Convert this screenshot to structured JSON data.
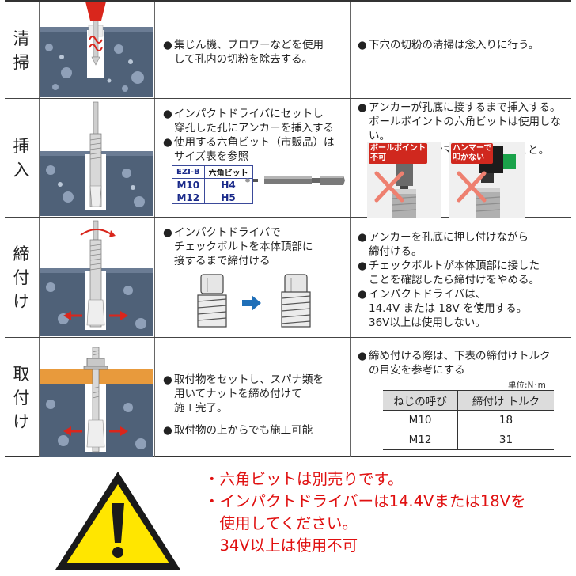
{
  "rows": [
    {
      "step": [
        "清",
        "掃"
      ],
      "middle": [
        "集じん機、ブロワーなどを使用\nして孔内の切粉を除去する。"
      ],
      "right": [
        "下穴の切粉の清掃は念入りに行う。"
      ]
    },
    {
      "step": [
        "挿",
        "入"
      ],
      "middle": [
        "インパクトドライバにセットし\n穿孔した孔にアンカーを挿入する",
        "使用する六角ビット（市販品）は\nサイズ表を参照"
      ],
      "bit_table": {
        "header": [
          "EZI-B",
          "六角ビット"
        ],
        "rows": [
          [
            "M10",
            "H4"
          ],
          [
            "M12",
            "H5"
          ]
        ]
      },
      "right": [
        "アンカーが孔底に接するまで挿入する。\nボールポイントの六角ビットは使用しない。\nアンカーをハンマーで叩かないこと。"
      ],
      "photos": [
        {
          "tag": "ボールポイント\n不可"
        },
        {
          "tag": "ハンマーで\n叩かない"
        }
      ]
    },
    {
      "step": [
        "締",
        "付",
        "け"
      ],
      "middle": [
        "インパクトドライバで\nチェックボルトを本体頂部に\n接するまで締付ける"
      ],
      "right": [
        "アンカーを孔底に押し付けながら\n締付ける。",
        "チェックボルトが本体頂部に接した\nことを確認したら締付けをやめる。",
        "インパクトドライバは、\n14.4V または 18V を使用する。\n36V以上は使用しない。"
      ]
    },
    {
      "step": [
        "取",
        "付",
        "け"
      ],
      "middle": [
        "取付物をセットし、スパナ類を\n用いてナットを締め付けて\n施工完了。",
        "取付物の上からでも施工可能"
      ],
      "right": [
        "締め付ける際は、下表の締付けトルク\nの目安を参考にする"
      ],
      "torque": {
        "unit": "単位:N･m",
        "header": [
          "ねじの呼び",
          "締付け トルク"
        ],
        "rows": [
          [
            "M10",
            "18"
          ],
          [
            "M12",
            "31"
          ]
        ]
      }
    }
  ],
  "bullet_symbol": "●",
  "warning": {
    "lines": [
      "・六角ビットは別売りです。",
      "・インパクトドライバーは14.4Vまたは18Vを",
      "　使用してください。",
      "　34V以上は使用不可"
    ]
  },
  "colors": {
    "warning_text": "#e01010",
    "warning_sign_fill": "#ffe600",
    "arrow_red": "#d9261c",
    "arrow_blue": "#1f6fb8",
    "plate_orange": "#e89a3c",
    "concrete": "#4f6178"
  }
}
